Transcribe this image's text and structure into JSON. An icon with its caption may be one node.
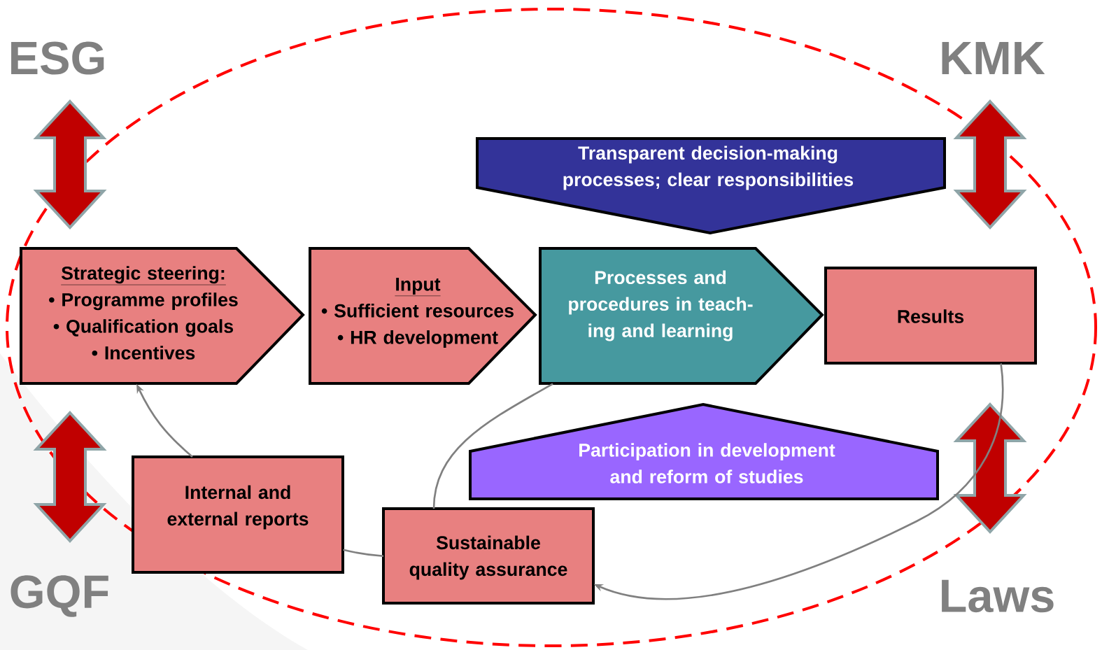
{
  "diagram": {
    "nodes": [
      {
        "text": [
          "Transparent decision-making processes; clear responsibilities"
        ]
      },
      {
        "text": [
          "Strategic steering:",
          "• Programme profiles",
          "• Qualification goals",
          "• Incentives"
        ]
      },
      {
        "text": [
          "Input",
          "• Sufficient resources",
          "• HR development"
        ]
      },
      {
        "text": [
          "Processes and procedures in teach-ing and learning"
        ]
      },
      {
        "text": [
          "Results"
        ]
      },
      {
        "text": [
          "Participation in development and reform of studies"
        ]
      },
      {
        "text": [
          "Internal and external reports"
        ]
      },
      {
        "text": [
          "Sustainable quality assurance"
        ]
      }
    ],
    "edges": [
      {
        "from": 6,
        "to": 1,
        "arrow": "to"
      },
      {
        "from": 7,
        "to": 6,
        "arrow": "none"
      },
      {
        "from": 3,
        "to": 7,
        "arrow": "none"
      },
      {
        "from": 4,
        "to": 7,
        "arrow": "to"
      }
    ],
    "labels": [
      "ESG",
      "KMK",
      "GQF",
      "Laws"
    ]
  }
}
